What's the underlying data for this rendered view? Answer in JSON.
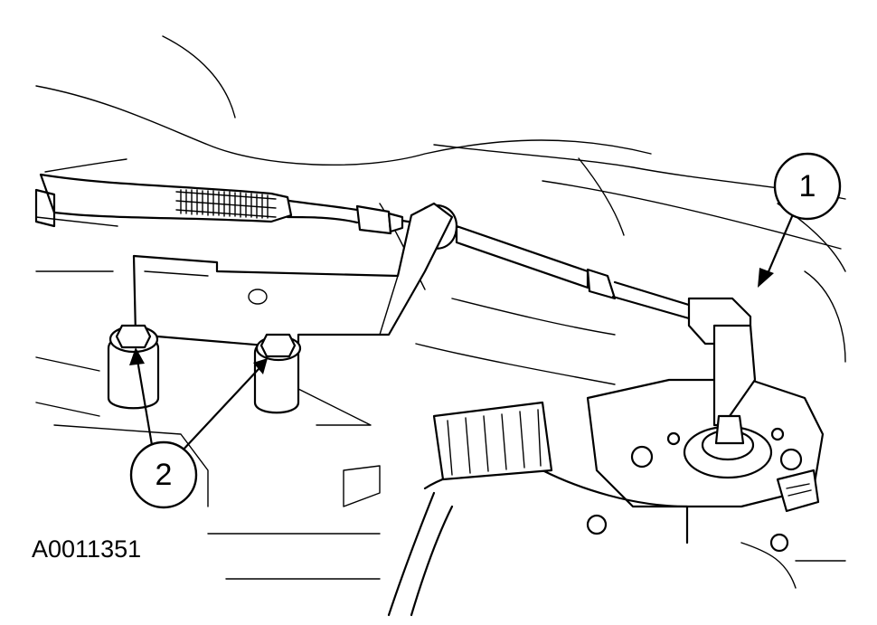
{
  "figure": {
    "id_label": "A0011351"
  },
  "callouts": [
    {
      "number": "1"
    },
    {
      "number": "2"
    }
  ]
}
